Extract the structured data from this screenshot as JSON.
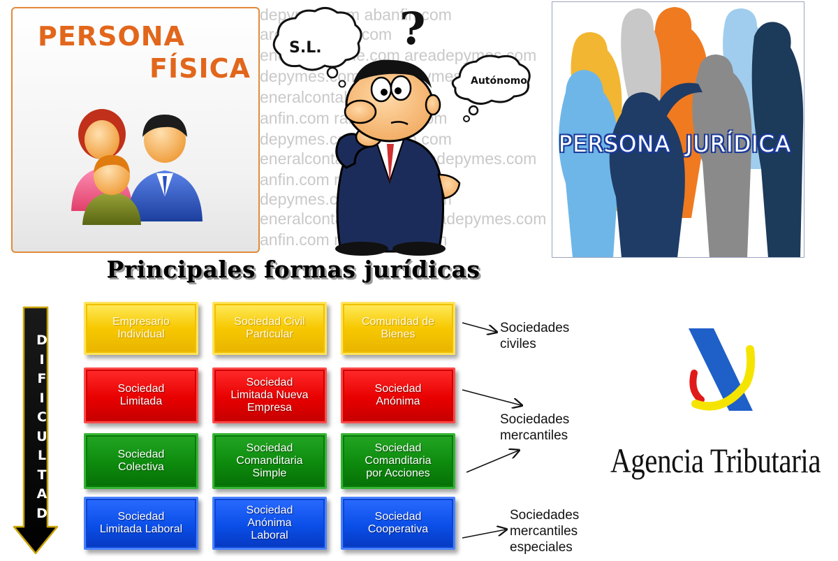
{
  "persona_fisica": {
    "line1": "PERSONA",
    "line2": "FÍSICA"
  },
  "watermark_lines": [
    "  depymes.com   abanfin.com",
    "  areadepymes.com",
    "  eneralcontable.com  areadepymes.com",
    "depymes.com      areadepymes.com",
    "eneralcontable.com",
    "anfin.com             ralcontable.com",
    "depymes.com          abanfin.com",
    "eneralcontable.com   areadepymes.com",
    "anfin.com        ralcontable.com",
    "depymes.com          abanfin.com",
    "eneralcontable.com  -  areadepymes.com",
    "anfin.com         ralcontable.com"
  ],
  "bubbles": {
    "sl": "S.L.",
    "autonomo": "Autónomo",
    "question": "?"
  },
  "persona_juridica": {
    "word1": "PERSONA",
    "word2": "JURÍDICA"
  },
  "title": "Principales formas jurídicas",
  "dificultad_letters": [
    "D",
    "I",
    "F",
    "I",
    "C",
    "U",
    "L",
    "T",
    "A",
    "D"
  ],
  "rows": [
    {
      "color": "yellow",
      "items": [
        "Empresario\nIndividual",
        "Sociedad Civil\nParticular",
        "Comunidad de\nBienes"
      ]
    },
    {
      "color": "red",
      "items": [
        "Sociedad\nLimitada",
        "Sociedad\nLimitada Nueva\nEmpresa",
        "Sociedad\nAnónima"
      ]
    },
    {
      "color": "green",
      "items": [
        "Sociedad\nColectiva",
        "Sociedad\nComanditaria\nSimple",
        "Sociedad\nComanditaria\npor Acciones"
      ]
    },
    {
      "color": "blue",
      "items": [
        "Sociedad\nLimitada Laboral",
        "Sociedad\nAnónima\nLaboral",
        "Sociedad\nCooperativa"
      ]
    }
  ],
  "categories": {
    "civiles": [
      "Sociedades",
      "civiles"
    ],
    "mercantiles": [
      "Sociedades",
      "mercantiles"
    ],
    "especiales": [
      "Sociedades",
      "mercantiles",
      "especiales"
    ]
  },
  "agency": "Agencia Tributaria",
  "colors": {
    "yellow": "#f7c800",
    "red": "#e80000",
    "green": "#0d8a0d",
    "blue": "#0a4fe8",
    "orange_text": "#e2661b"
  }
}
